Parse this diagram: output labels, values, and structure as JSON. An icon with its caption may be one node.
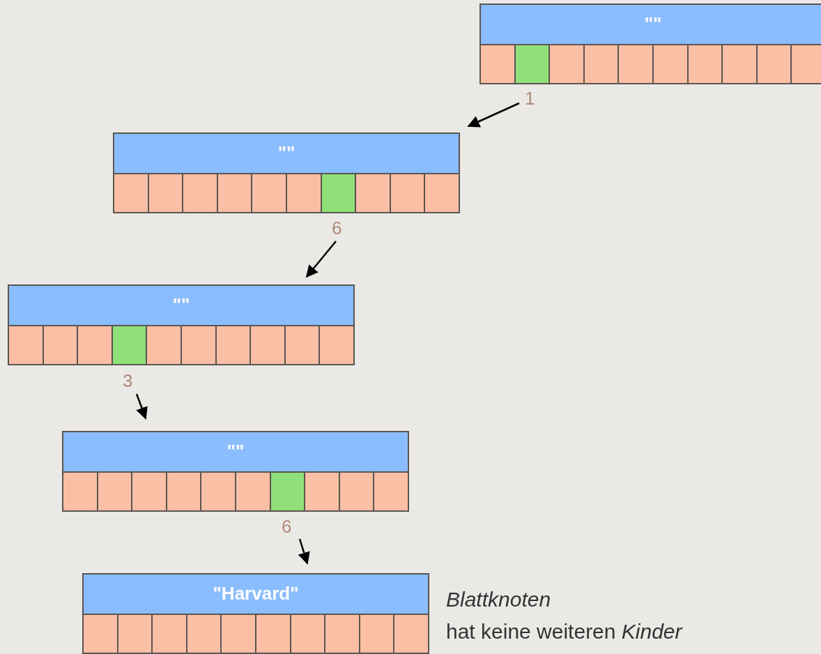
{
  "diagram": {
    "nodes": [
      {
        "text": [
          "\"\""
        ]
      },
      {
        "text": [
          "1"
        ]
      },
      {
        "text": [
          "\"\""
        ]
      },
      {
        "text": [
          "6"
        ]
      },
      {
        "text": [
          "\"\""
        ]
      },
      {
        "text": [
          "3"
        ]
      },
      {
        "text": [
          "\"\""
        ]
      },
      {
        "text": [
          "6"
        ]
      },
      {
        "text": [
          "\"Harvard\""
        ],
        "beside": [
          "*Blattknoten*",
          "hat keine weiteren *Kinder*"
        ]
      }
    ],
    "edges": [
      {
        "from": 1,
        "to": 2,
        "arrow": "to"
      },
      {
        "from": 3,
        "to": 4,
        "arrow": "to"
      },
      {
        "from": 5,
        "to": 6,
        "arrow": "to"
      },
      {
        "from": 7,
        "to": 8,
        "arrow": "to"
      }
    ]
  }
}
